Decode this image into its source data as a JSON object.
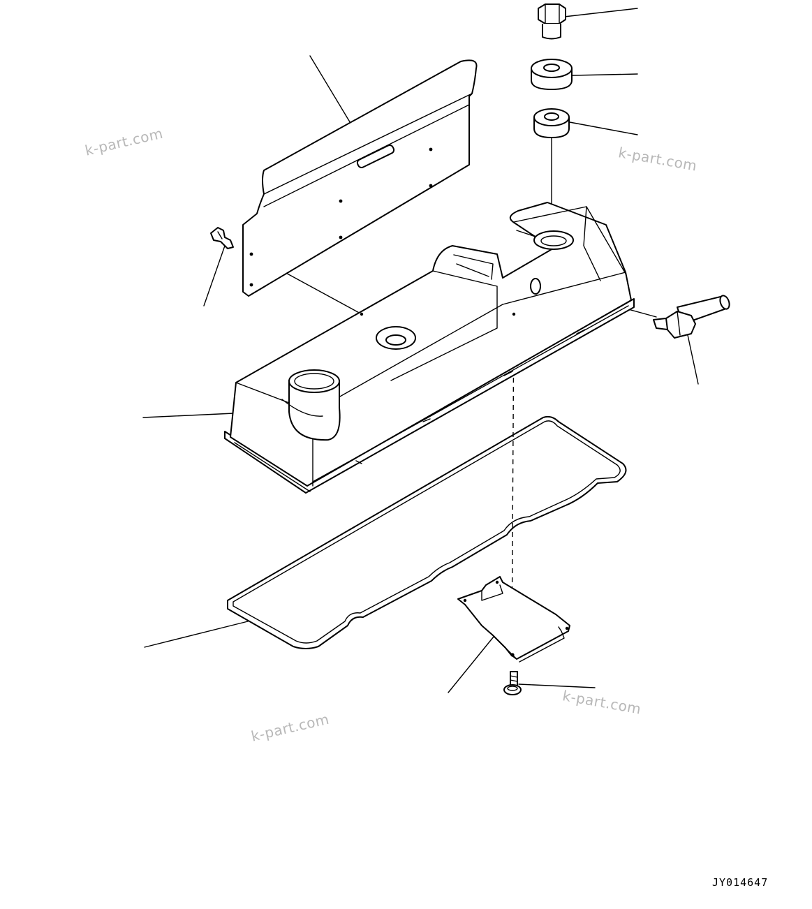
{
  "drawing_id": "JY014647",
  "watermarks": [
    "k-part.com",
    "k-part.com",
    "k-part.com",
    "k-part.com"
  ],
  "parts": [
    "bolt-icon",
    "washer-upper-icon",
    "washer-lower-icon",
    "head-cover-plate-icon",
    "clip-icon",
    "head-cover-icon",
    "breather-elbow-icon",
    "head-cover-gasket-icon",
    "bracket-icon",
    "mounting-bolt-icon"
  ],
  "colors": {
    "line": "#000000",
    "watermark": "#b8b8b8",
    "background": "#ffffff"
  }
}
